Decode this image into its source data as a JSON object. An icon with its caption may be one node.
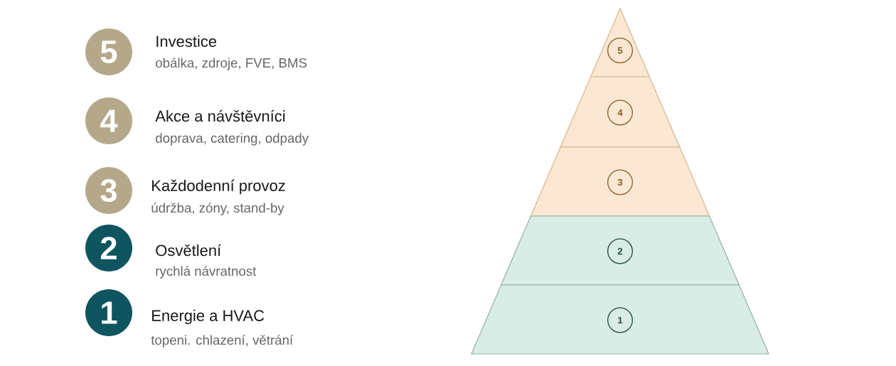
{
  "diagram": {
    "nodes": [
      {
        "text": [
          "5"
        ],
        "beside": [
          "Investice",
          "obálka, zdroje, FVE, BMS"
        ]
      },
      {
        "text": [
          "4"
        ],
        "beside": [
          "Akce a návštěvníci",
          "doprava, catering, odpady"
        ]
      },
      {
        "text": [
          "3"
        ],
        "beside": [
          "Každodenní provoz",
          "údržba, zóny, stand-by"
        ]
      },
      {
        "text": [
          "2"
        ],
        "beside": [
          "Osvětlení",
          "rychlá návratnost"
        ]
      },
      {
        "text": [
          "1"
        ],
        "beside": [
          "Energie a HVAC",
          "topeni. chlazení, větrání"
        ]
      },
      {
        "text": [],
        "shape": "triangle"
      },
      {
        "text": [
          "5"
        ],
        "in": 5
      },
      {
        "text": [],
        "shape": "trapezoid"
      },
      {
        "text": [
          "4"
        ],
        "in": 7
      },
      {
        "text": [],
        "shape": "trapezoid"
      },
      {
        "text": [
          "3"
        ],
        "in": 9
      },
      {
        "text": [],
        "shape": "trapezoid"
      },
      {
        "text": [
          "2"
        ],
        "in": 11
      },
      {
        "text": [],
        "shape": "trapezoid"
      },
      {
        "text": [
          "1"
        ],
        "in": 13
      }
    ]
  }
}
